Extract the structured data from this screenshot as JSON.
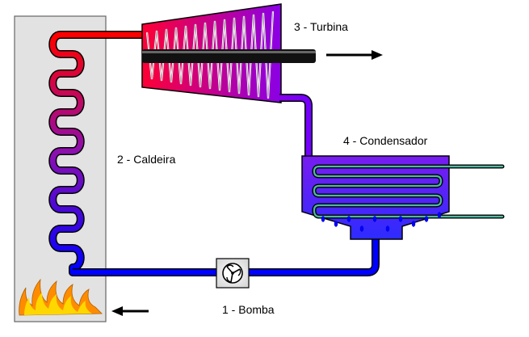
{
  "labels": {
    "pump": "1 - Bomba",
    "boiler": "2 - Caldeira",
    "turbine": "3 - Turbina",
    "condenser": "4 - Condensador"
  },
  "colors": {
    "hot": "#ff0000",
    "cold": "#0000ff",
    "mid": "#8a00d4",
    "boiler_box": "#e2e2e2",
    "cooling_pipe": "#2e8b78",
    "flame_outer": "#ff8c00",
    "flame_inner": "#ffd700"
  },
  "icons": [
    "pump-fan-icon",
    "flame-icon",
    "work-output-arrow-icon",
    "heat-input-arrow-icon"
  ]
}
